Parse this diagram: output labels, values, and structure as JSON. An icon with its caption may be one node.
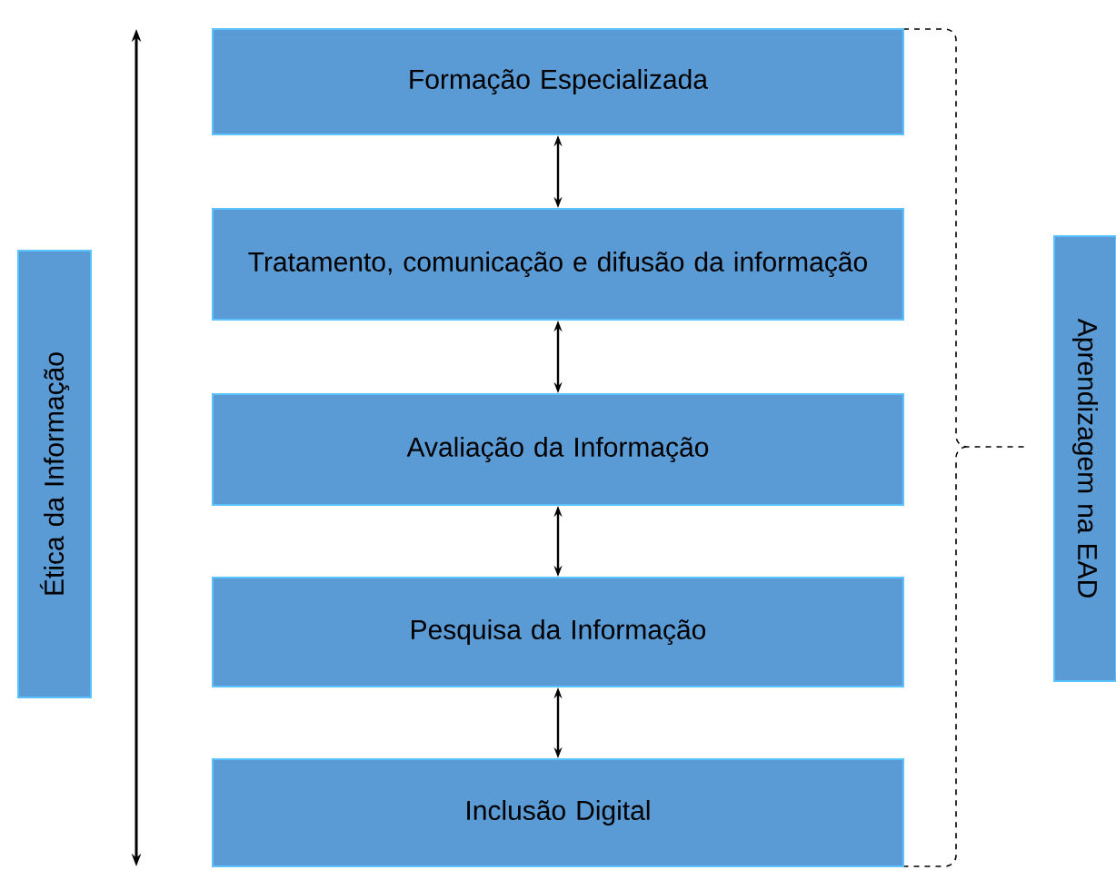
{
  "diagram": {
    "nodes": [
      {
        "text": [
          "Ética da Informação"
        ]
      },
      {
        "text": [
          "Formação Especializada"
        ]
      },
      {
        "text": [
          "Tratamento, comunicação e difusão da informação"
        ]
      },
      {
        "text": [
          "Avaliação da Informação"
        ]
      },
      {
        "text": [
          "Pesquisa da Informação"
        ]
      },
      {
        "text": [
          "Inclusão Digital"
        ]
      },
      {
        "text": [
          "Aprendizagem na EAD"
        ]
      }
    ],
    "edges": [
      {
        "from": 1,
        "to": 2,
        "arrow": "both"
      },
      {
        "from": 2,
        "to": 3,
        "arrow": "both"
      },
      {
        "from": 3,
        "to": 4,
        "arrow": "both"
      },
      {
        "from": 4,
        "to": 5,
        "arrow": "both"
      }
    ]
  }
}
